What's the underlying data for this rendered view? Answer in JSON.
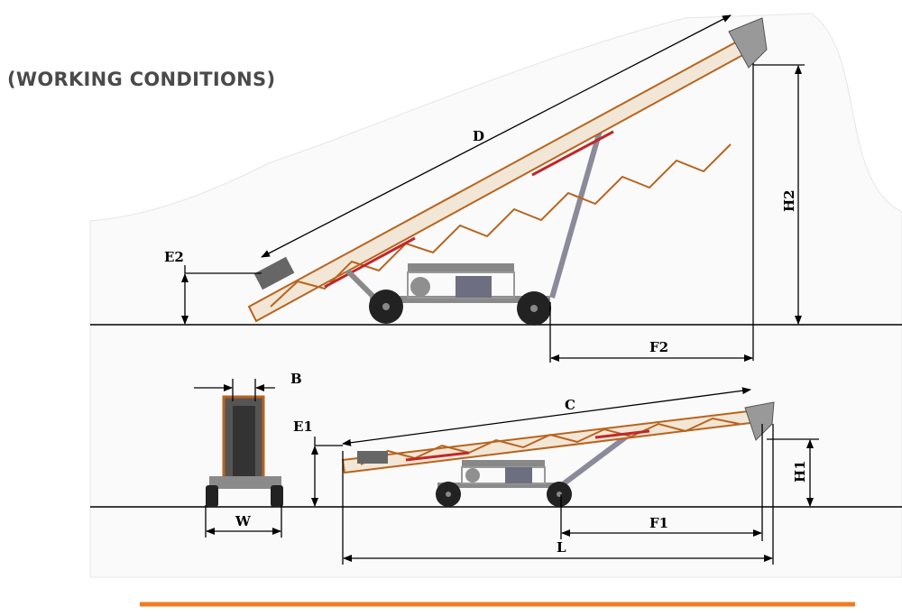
{
  "title": "(WORKING CONDITIONS)",
  "dimensions": {
    "D": "D",
    "E2": "E2",
    "H2": "H2",
    "F2": "F2",
    "B": "B",
    "C": "C",
    "E1": "E1",
    "H1": "H1",
    "W": "W",
    "F1": "F1",
    "L": "L"
  },
  "colors": {
    "accent_line": "#f07c22",
    "truss": "#c8782a",
    "belt_red": "#c0282a",
    "chassis": "#8a8a8a"
  }
}
